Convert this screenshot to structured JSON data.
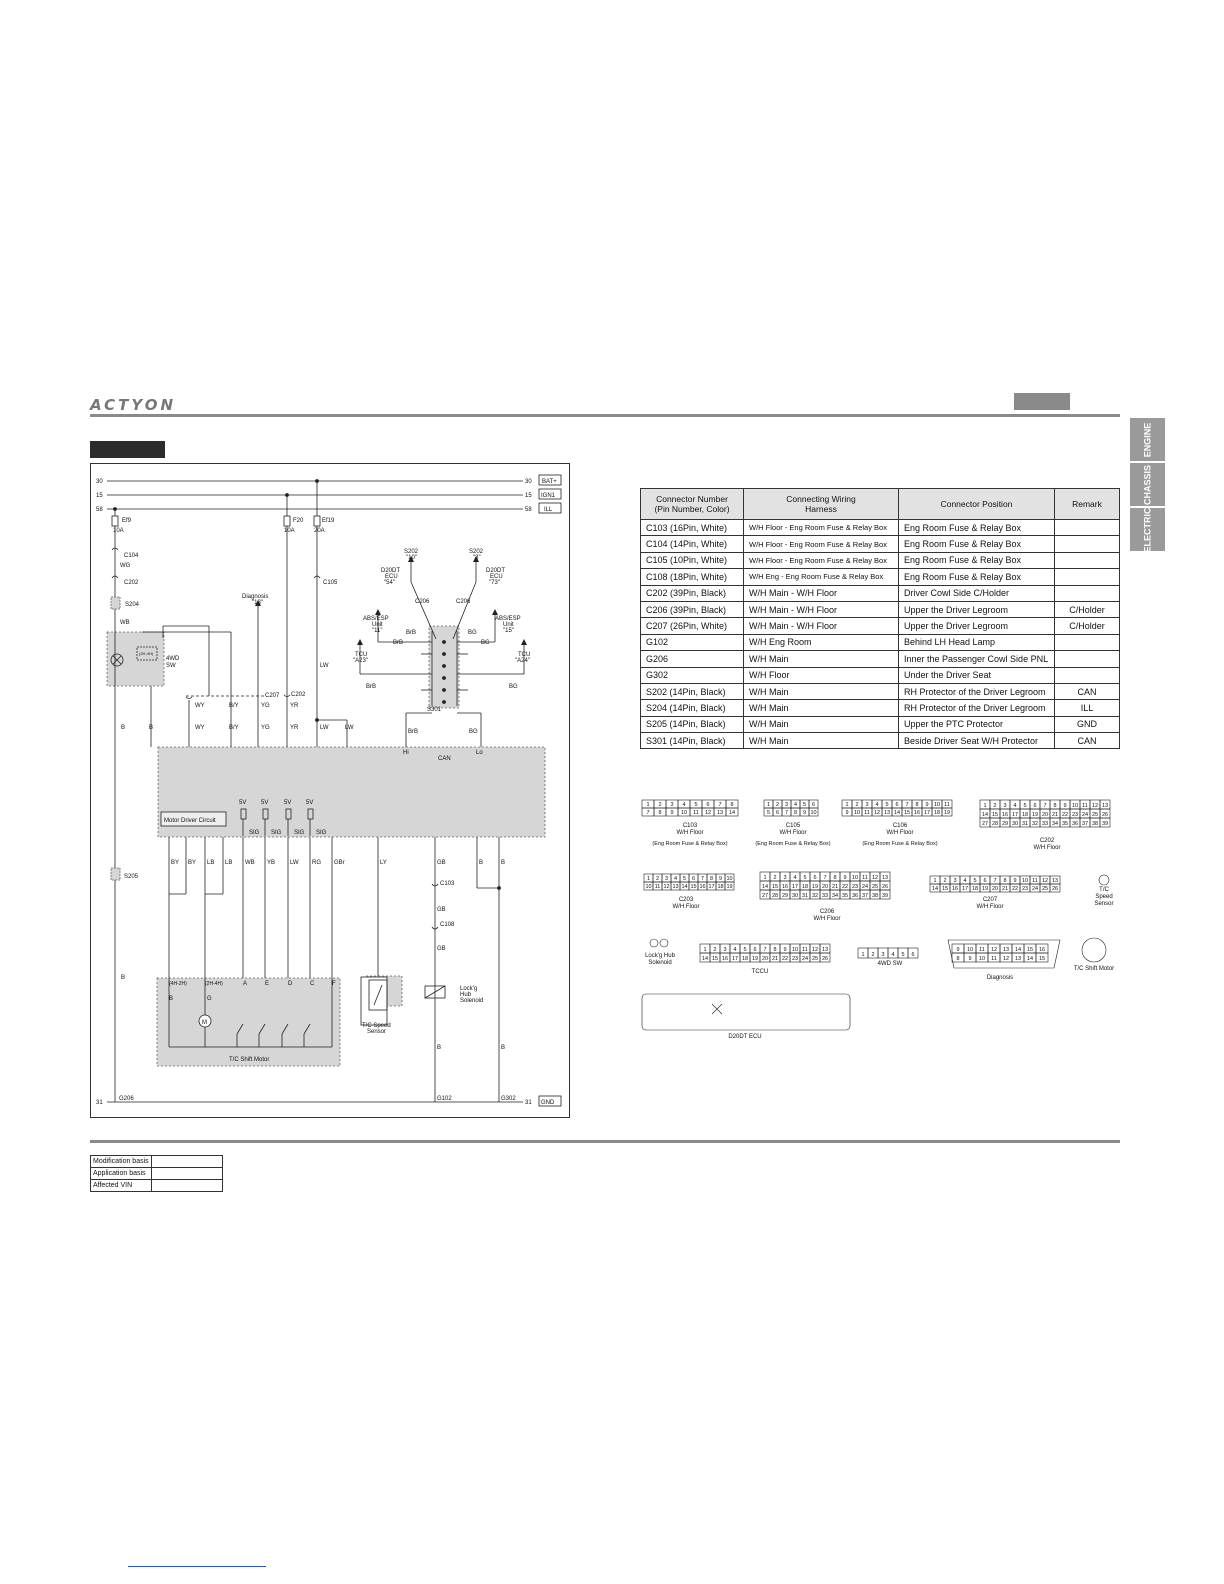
{
  "header": {
    "brand": "ACTYON",
    "section_tab_text": ""
  },
  "side_tabs": [
    "ENGINE",
    "CHASSIS",
    "ELECTRIC"
  ],
  "diagram": {
    "rails": [
      {
        "num": "30",
        "tag": "BAT+"
      },
      {
        "num": "15",
        "tag": "IGN1"
      },
      {
        "num": "58",
        "tag": "ILL"
      }
    ],
    "ground": {
      "num": "31",
      "tag": "GND"
    },
    "fuses": [
      {
        "name": "Ef9",
        "rating": "10A"
      },
      {
        "name": "F20",
        "rating": "10A"
      },
      {
        "name": "Ef19",
        "rating": "20A"
      }
    ],
    "labels": {
      "c104": "C104",
      "wg": "WG",
      "c202": "C202",
      "s204": "S204",
      "wb": "WB",
      "sw4wd": "4WD",
      "sw": "SW",
      "diag": "Diagnosis",
      "diag_pin": "\"13\"",
      "c105": "C105",
      "c207": "C207",
      "c202b": "C202",
      "s202a": "S202",
      "s202a_pin": "\"10\"",
      "s202b": "S202",
      "s202b_pin": "\"3\"",
      "ecu1": "D20DT",
      "ecu1b": "ECU",
      "ecu1_pin": "\"54\"",
      "ecu2": "D20DT",
      "ecu2b": "ECU",
      "ecu2_pin": "\"73\"",
      "c206a": "C206",
      "c206b": "C206",
      "abs1": "ABS/ESP",
      "abs1b": "Unit",
      "abs1_pin": "\"11\"",
      "abs2": "ABS/ESP",
      "abs2b": "Unit",
      "abs2_pin": "\"15\"",
      "tcu1": "TCU",
      "tcu1_pin": "\"A23\"",
      "tcu2": "TCU",
      "tcu2_pin": "\"A24\"",
      "s301": "S301",
      "hi": "Hi",
      "lo": "Lo",
      "can": "CAN",
      "motor_driver": "Motor Driver Circuit",
      "sig": "SIG",
      "fivev": "5V",
      "s205": "S205",
      "c103": "C103",
      "c108": "C108",
      "tcsm": "T/C Shift Motor",
      "tcspeed1": "T/C Speed",
      "tcspeed2": "Sensor",
      "lh1": "Lock'g",
      "lh2": "Hub",
      "lh3": "Solenoid",
      "g206": "G206",
      "g102": "G102",
      "g302": "G302",
      "p4h2h": "(4H-2H)",
      "p2h4h": "(2H-4H)",
      "m": "M",
      "w_b": "B",
      "w_g": "G",
      "w_wy": "WY",
      "w_by": "B/Y",
      "w_yg": "YG",
      "w_yr": "YR",
      "w_lw": "LW",
      "w_brb": "BrB",
      "w_bg": "BG",
      "w_by2": "BY",
      "w_lb": "LB",
      "w_yb": "YB",
      "w_rg": "RG",
      "w_gbr": "GBr",
      "w_ly": "LY",
      "w_gb": "GB",
      "pa": "A",
      "pe": "E",
      "pd": "D",
      "pc": "C",
      "pf": "F"
    }
  },
  "connector_table": {
    "headers": [
      "Connector Number\n(Pin Number, Color)",
      "Connecting Wiring\nHarness",
      "Connector Position",
      "Remark"
    ],
    "rows": [
      [
        "C103 (16Pin, White)",
        "W/H Floor - Eng Room Fuse & Relay Box",
        "Eng Room Fuse & Relay Box",
        ""
      ],
      [
        "C104 (14Pin, White)",
        "W/H Floor - Eng Room Fuse & Relay Box",
        "Eng Room Fuse & Relay Box",
        ""
      ],
      [
        "C105 (10Pin, White)",
        "W/H Floor - Eng Room Fuse & Relay Box",
        "Eng Room Fuse & Relay Box",
        ""
      ],
      [
        "C108 (18Pin, White)",
        "W/H Eng - Eng Room Fuse & Relay Box",
        "Eng Room Fuse & Relay Box",
        ""
      ],
      [
        "C202 (39Pin, Black)",
        "W/H Main - W/H Floor",
        "Driver Cowl Side C/Holder",
        ""
      ],
      [
        "C206 (39Pin, Black)",
        "W/H Main - W/H Floor",
        "Upper the Driver Legroom",
        "C/Holder"
      ],
      [
        "C207 (26Pin, White)",
        "W/H Main - W/H Floor",
        "Upper the Driver Legroom",
        "C/Holder"
      ],
      [
        "G102",
        "W/H Eng Room",
        "Behind LH Head Lamp",
        ""
      ],
      [
        "G206",
        "W/H Main",
        "Inner the Passenger Cowl Side PNL",
        ""
      ],
      [
        "G302",
        "W/H Floor",
        "Under the Driver Seat",
        ""
      ],
      [
        "S202 (14Pin, Black)",
        "W/H Main",
        "RH Protector of the Driver Legroom",
        "CAN"
      ],
      [
        "S204 (14Pin, Black)",
        "W/H Main",
        "RH Protector of the Driver Legroom",
        "ILL"
      ],
      [
        "S205 (14Pin, Black)",
        "W/H Main",
        "Upper the PTC Protector",
        "GND"
      ],
      [
        "S301 (14Pin, Black)",
        "W/H Main",
        "Beside Driver Seat W/H Protector",
        "CAN"
      ]
    ]
  },
  "connector_views": {
    "c103": {
      "name": "C103",
      "sub": "W/H Floor",
      "sub2": "(Eng Room Fuse & Relay Box)"
    },
    "c105": {
      "name": "C105",
      "sub": "W/H Floor",
      "sub2": "(Eng Room Fuse & Relay Box)"
    },
    "c106": {
      "name": "C106",
      "sub": "W/H Floor",
      "sub2": "(Eng Room Fuse & Relay Box)"
    },
    "c202": {
      "name": "C202",
      "sub": "W/H Floor"
    },
    "c203": {
      "name": "C203",
      "sub": "W/H Floor"
    },
    "c206": {
      "name": "C206",
      "sub": "W/H Floor"
    },
    "c207": {
      "name": "C207",
      "sub": "W/H Floor"
    },
    "tcs": {
      "l1": "T/C",
      "l2": "Speed",
      "l3": "Sensor"
    },
    "lhs": {
      "l1": "Lock'g Hub",
      "l2": "Solenoid"
    },
    "tccu": "TCCU",
    "sw4wd": "4WD SW",
    "diag": "Diagnosis",
    "tcsm": "T/C Shift Motor",
    "ecu": "D20DT ECU"
  },
  "modification_table": [
    {
      "label": "Modification basis",
      "value": ""
    },
    {
      "label": "Application basis",
      "value": ""
    },
    {
      "label": "Affected VIN",
      "value": ""
    }
  ]
}
